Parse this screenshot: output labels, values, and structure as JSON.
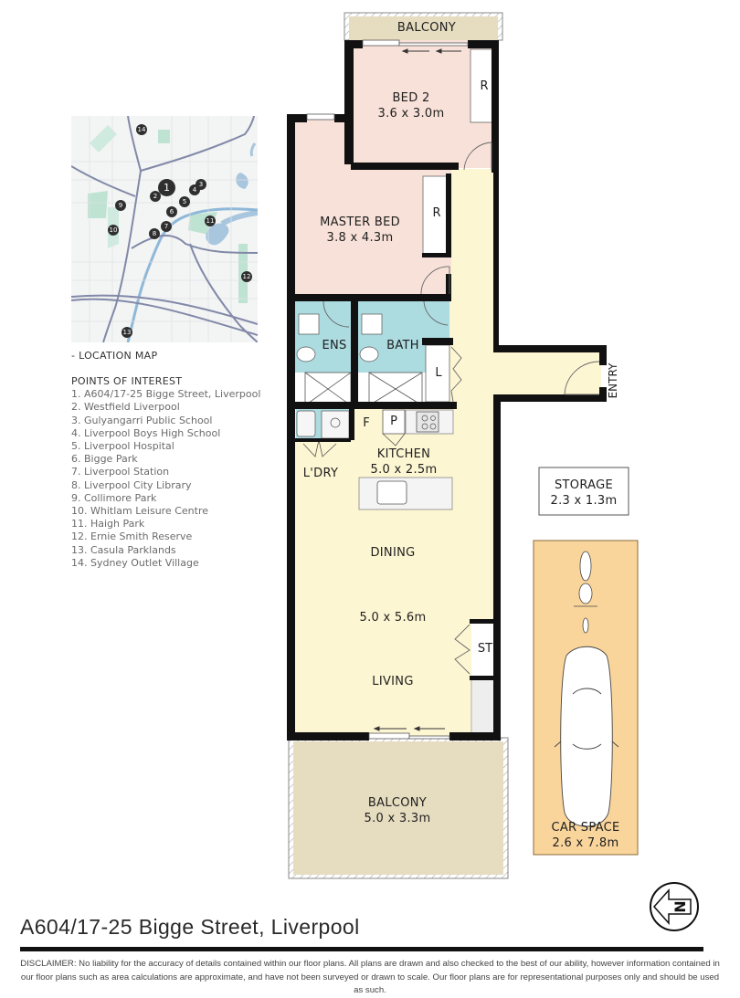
{
  "title": "A604/17-25 Bigge Street, Liverpool",
  "disclaimer": "DISCLAIMER: No liability for the accuracy of details contained within our floor plans. All plans are drawn and also checked to the best of our ability, however information contained in our floor plans such as area calculations are approximate, and have not been surveyed or drawn to scale. Our floor plans are for representational purposes only and should be used as such.",
  "map": {
    "caption": "- LOCATION MAP",
    "poi_heading": "POINTS OF INTEREST",
    "markers": [
      "1",
      "2",
      "3",
      "4",
      "5",
      "6",
      "7",
      "8",
      "9",
      "10",
      "11",
      "12",
      "13",
      "14"
    ],
    "points_of_interest": [
      "1. A604/17-25 Bigge Street, Liverpool",
      "2. Westfield Liverpool",
      "3. Gulyangarri Public School",
      "4. Liverpool Boys High School",
      "5. Liverpool Hospital",
      "6. Bigge Park",
      "7. Liverpool Station",
      "8. Liverpool City Library",
      "9. Collimore Park",
      "10. Whitlam Leisure Centre",
      "11. Haigh Park",
      "12. Ernie Smith Reserve",
      "13. Casula Parklands",
      "14. Sydney Outlet Village"
    ]
  },
  "rooms": {
    "balcony_top": {
      "name": "BALCONY"
    },
    "bed2": {
      "name": "BED 2",
      "dim": "3.6 x 3.0m"
    },
    "bed2_robe": {
      "name": "R"
    },
    "master": {
      "name": "MASTER BED",
      "dim": "3.8 x 4.3m"
    },
    "master_robe": {
      "name": "R"
    },
    "ens": {
      "name": "ENS"
    },
    "bath": {
      "name": "BATH"
    },
    "linen": {
      "name": "L"
    },
    "entry": {
      "name": "ENTRY"
    },
    "fridge": {
      "name": "F"
    },
    "pantry": {
      "name": "P"
    },
    "laundry": {
      "name": "L'DRY"
    },
    "kitchen": {
      "name": "KITCHEN",
      "dim": "5.0 x 2.5m"
    },
    "dining": {
      "name": "DINING"
    },
    "living_dim": {
      "dim": "5.0 x 5.6m"
    },
    "living": {
      "name": "LIVING"
    },
    "store": {
      "name": "ST"
    },
    "balcony_bottom": {
      "name": "BALCONY",
      "dim": "5.0 x 3.3m"
    },
    "storage": {
      "name": "STORAGE",
      "dim": "2.3 x 1.3m"
    },
    "car_space": {
      "name": "CAR SPACE",
      "dim": "2.6 x 7.8m"
    }
  },
  "colors": {
    "bedroom": "#f8e1d8",
    "living": "#fdf6d3",
    "wet": "#acdbe0",
    "balcony": "#e6dcc0",
    "car": "#f9d59c",
    "wall": "#111111"
  },
  "compass": {
    "label": "N"
  }
}
